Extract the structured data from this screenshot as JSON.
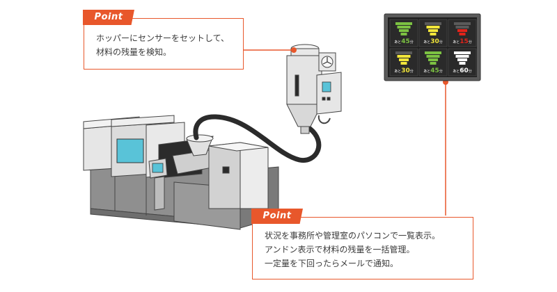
{
  "callout_top": {
    "tag": "Point",
    "lines": [
      "ホッパーにセンサーをセットして、",
      "材料の残量を検知。"
    ]
  },
  "callout_bottom": {
    "tag": "Point",
    "lines": [
      "状況を事務所や管理室のパソコンで一覧表示。",
      "アンドン表示で材料の残量を一括管理。",
      "一定量を下回ったらメールで通知。"
    ]
  },
  "andon_display": {
    "tiles": [
      {
        "prefix": "あと",
        "value": "45",
        "unit": "分",
        "status": "green"
      },
      {
        "prefix": "あと",
        "value": "30",
        "unit": "分",
        "status": "yellow"
      },
      {
        "prefix": "あと",
        "value": "15",
        "unit": "分",
        "status": "red"
      },
      {
        "prefix": "あと",
        "value": "30",
        "unit": "分",
        "status": "yellow"
      },
      {
        "prefix": "あと",
        "value": "45",
        "unit": "分",
        "status": "green"
      },
      {
        "prefix": "あと",
        "value": "60",
        "unit": "分",
        "status": "white"
      }
    ]
  },
  "colors": {
    "accent": "#e8572b",
    "green": "#7cc242",
    "yellow": "#f2e63a",
    "red": "#e2231a",
    "machine_light": "#e3e3e3",
    "machine_dark": "#8c8c8c",
    "screen": "#59c3d8"
  }
}
